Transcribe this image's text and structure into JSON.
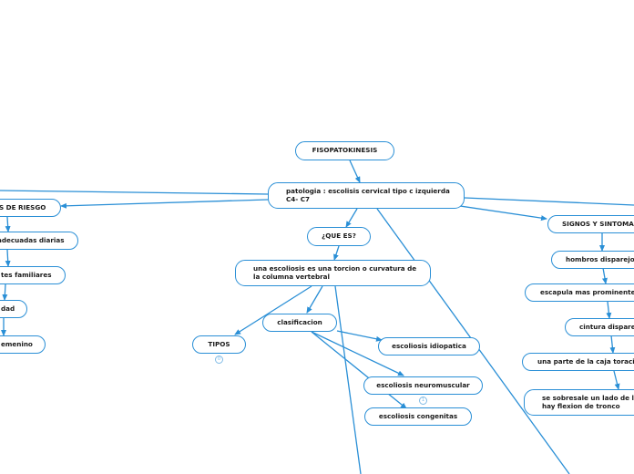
{
  "colors": {
    "line": "#2a8fd6",
    "text": "#1a1a1a",
    "badge": "#7fbbe6"
  },
  "nodes": {
    "fisiopatokinesis": "FISOPATOKINESIS",
    "patologia": "patologia : escolisis cervical tipo c izquierda C4- C7",
    "factores": "S DE RIESGO",
    "adecuadas": "adecuadas diarias",
    "antecedentes": "tes familiares",
    "edad": "dad",
    "femenino": "emenino",
    "que_es": "¿QUE ES?",
    "definicion": "una escoliosis es una torcion o curvatura de la columna vertebral",
    "clasificacion": "clasificacion",
    "tipos": "TIPOS",
    "idiopatica": "escoliosis idiopatica",
    "neuromuscular": "escoliosis neuromuscular",
    "congenitas": "escoliosis congenitas",
    "signos": "SIGNOS Y SINTOMAS",
    "hombros": "hombros disparejos",
    "escapula": "escapula mas prominente",
    "cintura": "cintura dispareja",
    "caja": "una parte de la caja toracica",
    "sobresale": "se sobresale un lado de la hay flexion de tronco"
  },
  "badges": {
    "tipos": "0",
    "neuromuscular": "1"
  }
}
